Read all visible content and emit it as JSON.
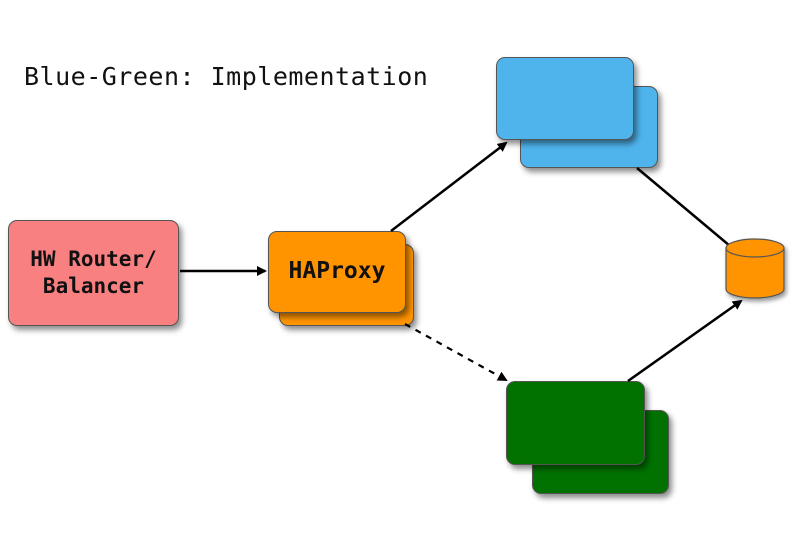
{
  "diagram": {
    "title": "Blue-Green: Implementation",
    "nodes": {
      "router": {
        "label_line1": "HW Router/",
        "label_line2": "Balancer",
        "color": "#f88080"
      },
      "haproxy": {
        "label": "HAProxy",
        "color": "#ff9400"
      },
      "blue_env": {
        "color": "#4fb4ec"
      },
      "green_env": {
        "color": "#017200"
      },
      "database": {
        "color": "#ff9400"
      }
    },
    "edges": [
      {
        "from": "router",
        "to": "haproxy",
        "style": "solid"
      },
      {
        "from": "haproxy",
        "to": "blue_env",
        "style": "solid"
      },
      {
        "from": "haproxy",
        "to": "green_env",
        "style": "dashed"
      },
      {
        "from": "blue_env",
        "to": "database",
        "style": "solid"
      },
      {
        "from": "green_env",
        "to": "database",
        "style": "solid"
      }
    ]
  }
}
